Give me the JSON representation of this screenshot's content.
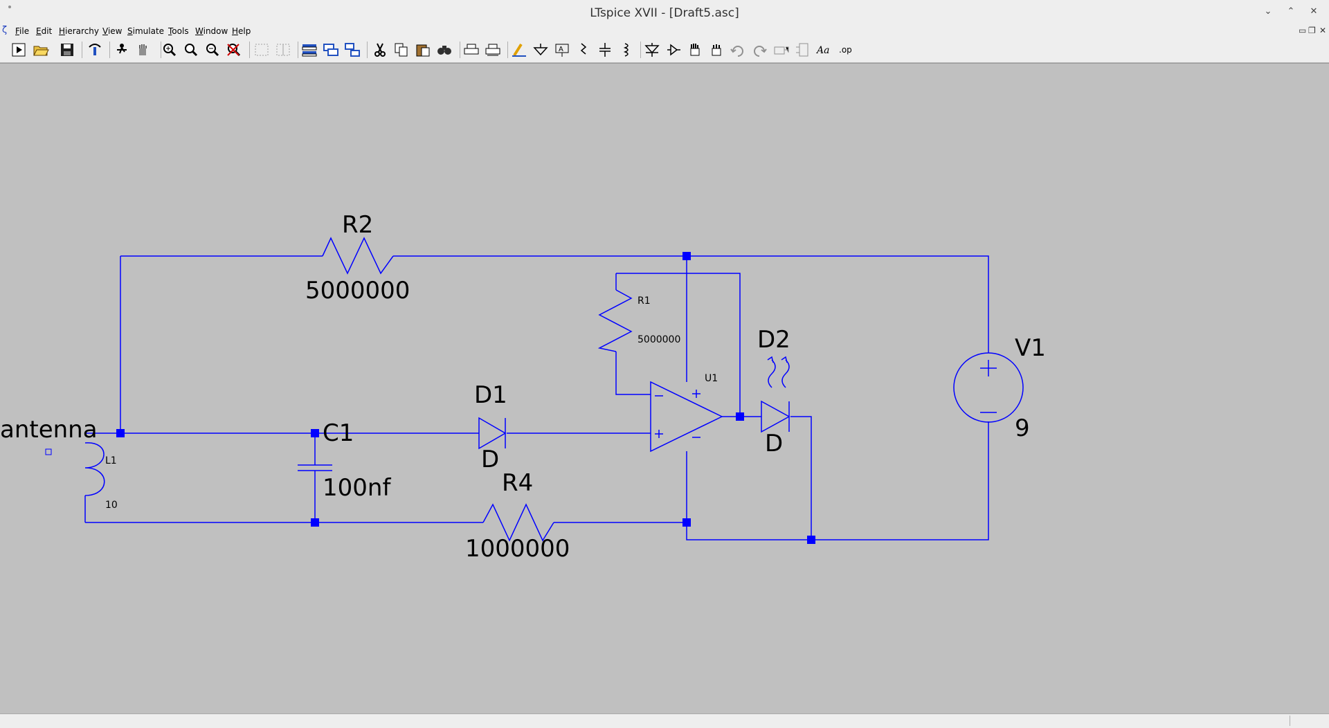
{
  "window": {
    "title": "LTspice XVII - [Draft5.asc]"
  },
  "menu": {
    "items": [
      "File",
      "Edit",
      "Hierarchy",
      "View",
      "Simulate",
      "Tools",
      "Window",
      "Help"
    ]
  },
  "toolbar": {
    "icons": [
      "run-icon",
      "open-icon",
      "save-icon",
      "control-panel-icon",
      "autorange-icon",
      "pan-icon",
      "zoom-in-icon",
      "zoom-fit-icon",
      "zoom-out-icon",
      "zoom-reset-icon",
      "tile-horizontal-icon",
      "tile-vertical-icon",
      "cascade-icon",
      "close-windows-icon",
      "arrange-icon",
      "cut-icon",
      "copy-icon",
      "paste-icon",
      "find-icon",
      "print-icon",
      "print-preview-icon",
      "draw-wire-icon",
      "ground-icon",
      "label-net-icon",
      "resistor-icon",
      "capacitor-icon",
      "inductor-icon",
      "diode-icon",
      "component-icon",
      "move-icon",
      "drag-icon",
      "undo-icon",
      "redo-icon",
      "rotate-icon",
      "mirror-icon",
      "text-icon",
      "spice-directive-icon"
    ],
    "text_label": "Aa",
    "op_label": ".op"
  },
  "schematic": {
    "wire_color": "#0000ff",
    "components": {
      "R2": {
        "name": "R2",
        "value": "5000000"
      },
      "R1": {
        "name": "R1",
        "value": "5000000"
      },
      "R4": {
        "name": "R4",
        "value": "1000000"
      },
      "C1": {
        "name": "C1",
        "value": "100nf"
      },
      "D1": {
        "name": "D1",
        "value": "D"
      },
      "D2": {
        "name": "D2",
        "value": "D"
      },
      "L1": {
        "name": "L1",
        "value": "10"
      },
      "U1": {
        "name": "U1"
      },
      "V1": {
        "name": "V1",
        "value": "9"
      }
    },
    "net_label": "antenna",
    "opamp_pins": {
      "plus": "+",
      "minus": "−"
    },
    "source_pins": {
      "plus": "+",
      "minus": "−"
    }
  }
}
